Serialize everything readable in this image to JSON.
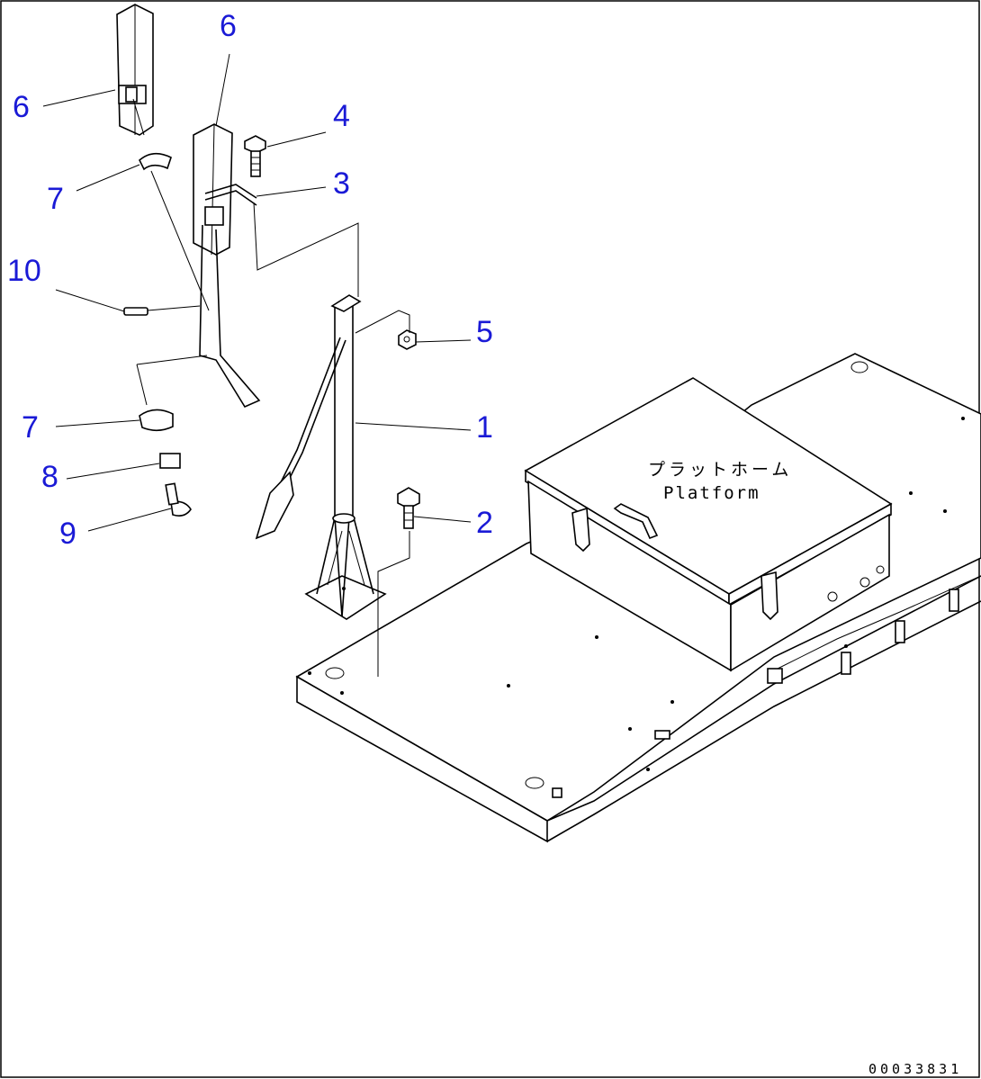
{
  "diagram": {
    "platform_label_jp": "プラットホーム",
    "platform_label_en": "Platform",
    "document_id": "00033831",
    "callouts": [
      {
        "id": "1",
        "text": "1"
      },
      {
        "id": "2",
        "text": "2"
      },
      {
        "id": "3",
        "text": "3"
      },
      {
        "id": "4",
        "text": "4"
      },
      {
        "id": "5",
        "text": "5"
      },
      {
        "id": "6a",
        "text": "6"
      },
      {
        "id": "6b",
        "text": "6"
      },
      {
        "id": "7a",
        "text": "7"
      },
      {
        "id": "7b",
        "text": "7"
      },
      {
        "id": "8",
        "text": "8"
      },
      {
        "id": "9",
        "text": "9"
      },
      {
        "id": "10",
        "text": "10"
      }
    ],
    "colors": {
      "callout": "#1a1ad6",
      "line": "#000000",
      "background": "#ffffff"
    }
  }
}
